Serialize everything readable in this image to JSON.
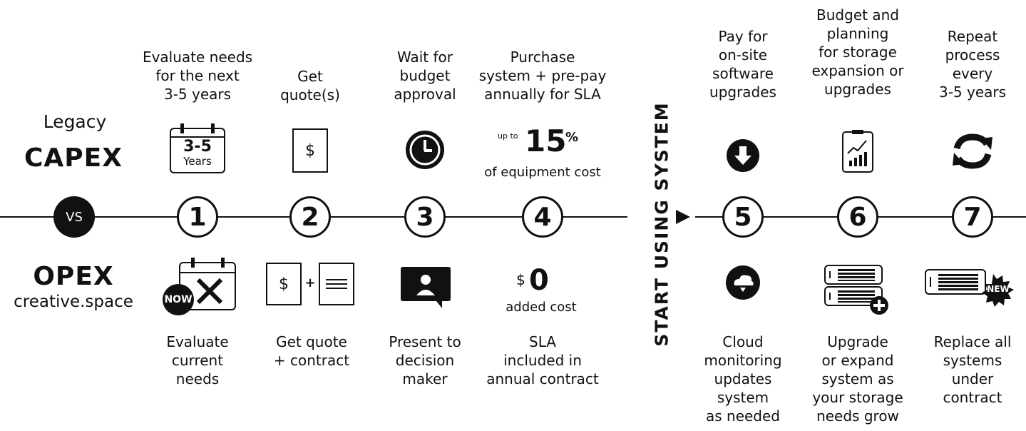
{
  "legacy": {
    "label": "Legacy",
    "capex": "CAPEX"
  },
  "opex": {
    "label": "OPEX",
    "brand": "creative.space"
  },
  "vs": "VS",
  "divider_text": "START USING SYSTEM",
  "steps": [
    {
      "num": "1",
      "top": [
        "Evaluate needs",
        "for the next",
        "3-5 years"
      ],
      "bottom": [
        "Evaluate",
        "current",
        "needs"
      ],
      "calendar": {
        "big": "3-5",
        "small": "Years"
      },
      "now_label": "NOW"
    },
    {
      "num": "2",
      "top": [
        "Get",
        "quote(s)"
      ],
      "bottom": [
        "Get quote",
        "+ contract"
      ],
      "dollar": "$",
      "plus": "+"
    },
    {
      "num": "3",
      "top": [
        "Wait for",
        "budget",
        "approval"
      ],
      "bottom": [
        "Present to",
        "decision",
        "maker"
      ]
    },
    {
      "num": "4",
      "top": [
        "Purchase",
        "system + pre-pay",
        "annually for SLA"
      ],
      "bottom": [
        "SLA",
        "included in",
        "annual contract"
      ],
      "upto": "up to",
      "pct_val": "15",
      "pct": "%",
      "equip": "of equipment cost",
      "dollar": "$",
      "zero": "0",
      "added": "added cost"
    },
    {
      "num": "5",
      "top": [
        "Pay for",
        "on-site",
        "software",
        "upgrades"
      ],
      "bottom": [
        "Cloud",
        "monitoring",
        "updates",
        "system",
        "as needed"
      ]
    },
    {
      "num": "6",
      "top": [
        "Budget and",
        "planning",
        "for storage",
        "expansion or",
        "upgrades"
      ],
      "bottom": [
        "Upgrade",
        "or expand",
        "system as",
        "your storage",
        "needs grow"
      ]
    },
    {
      "num": "7",
      "top": [
        "Repeat",
        "process",
        "every",
        "3-5 years"
      ],
      "bottom": [
        "Replace all",
        "systems",
        "under",
        "contract"
      ],
      "new_label": "NEW"
    }
  ],
  "colors": {
    "ink": "#111111",
    "bg": "#ffffff"
  }
}
